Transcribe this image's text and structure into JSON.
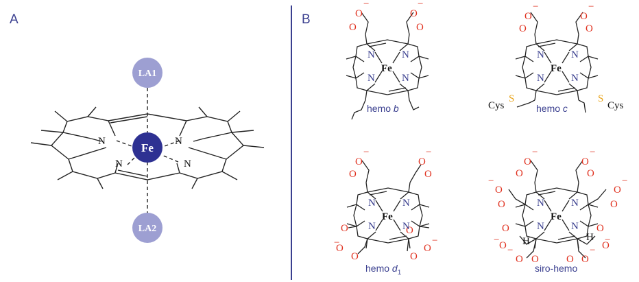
{
  "panel_a": {
    "letter": "A",
    "metal": "Fe",
    "nitrogen": "N",
    "ligand_top": "LA1",
    "ligand_bottom": "LA2"
  },
  "panel_b": {
    "letter": "B",
    "labels": {
      "hemo_b_prefix": "hemo ",
      "hemo_b_italic": "b",
      "hemo_c_prefix": "hemo ",
      "hemo_c_italic": "c",
      "hemo_d1_prefix": "hemo ",
      "hemo_d1_italic": "d",
      "hemo_d1_sub": "1",
      "siro": "siro-hemo"
    },
    "atoms": {
      "fe": "Fe",
      "n": "N",
      "o": "O",
      "charge": "−",
      "s": "S",
      "cys": "Cys",
      "h": "H"
    }
  },
  "colors": {
    "accent": "#3a3f8f",
    "fe_disk": "#2e3192",
    "ligand_disk": "#9d9fd2",
    "oxygen": "#e0301e",
    "sulfur": "#e8a317",
    "bond": "#222222"
  }
}
